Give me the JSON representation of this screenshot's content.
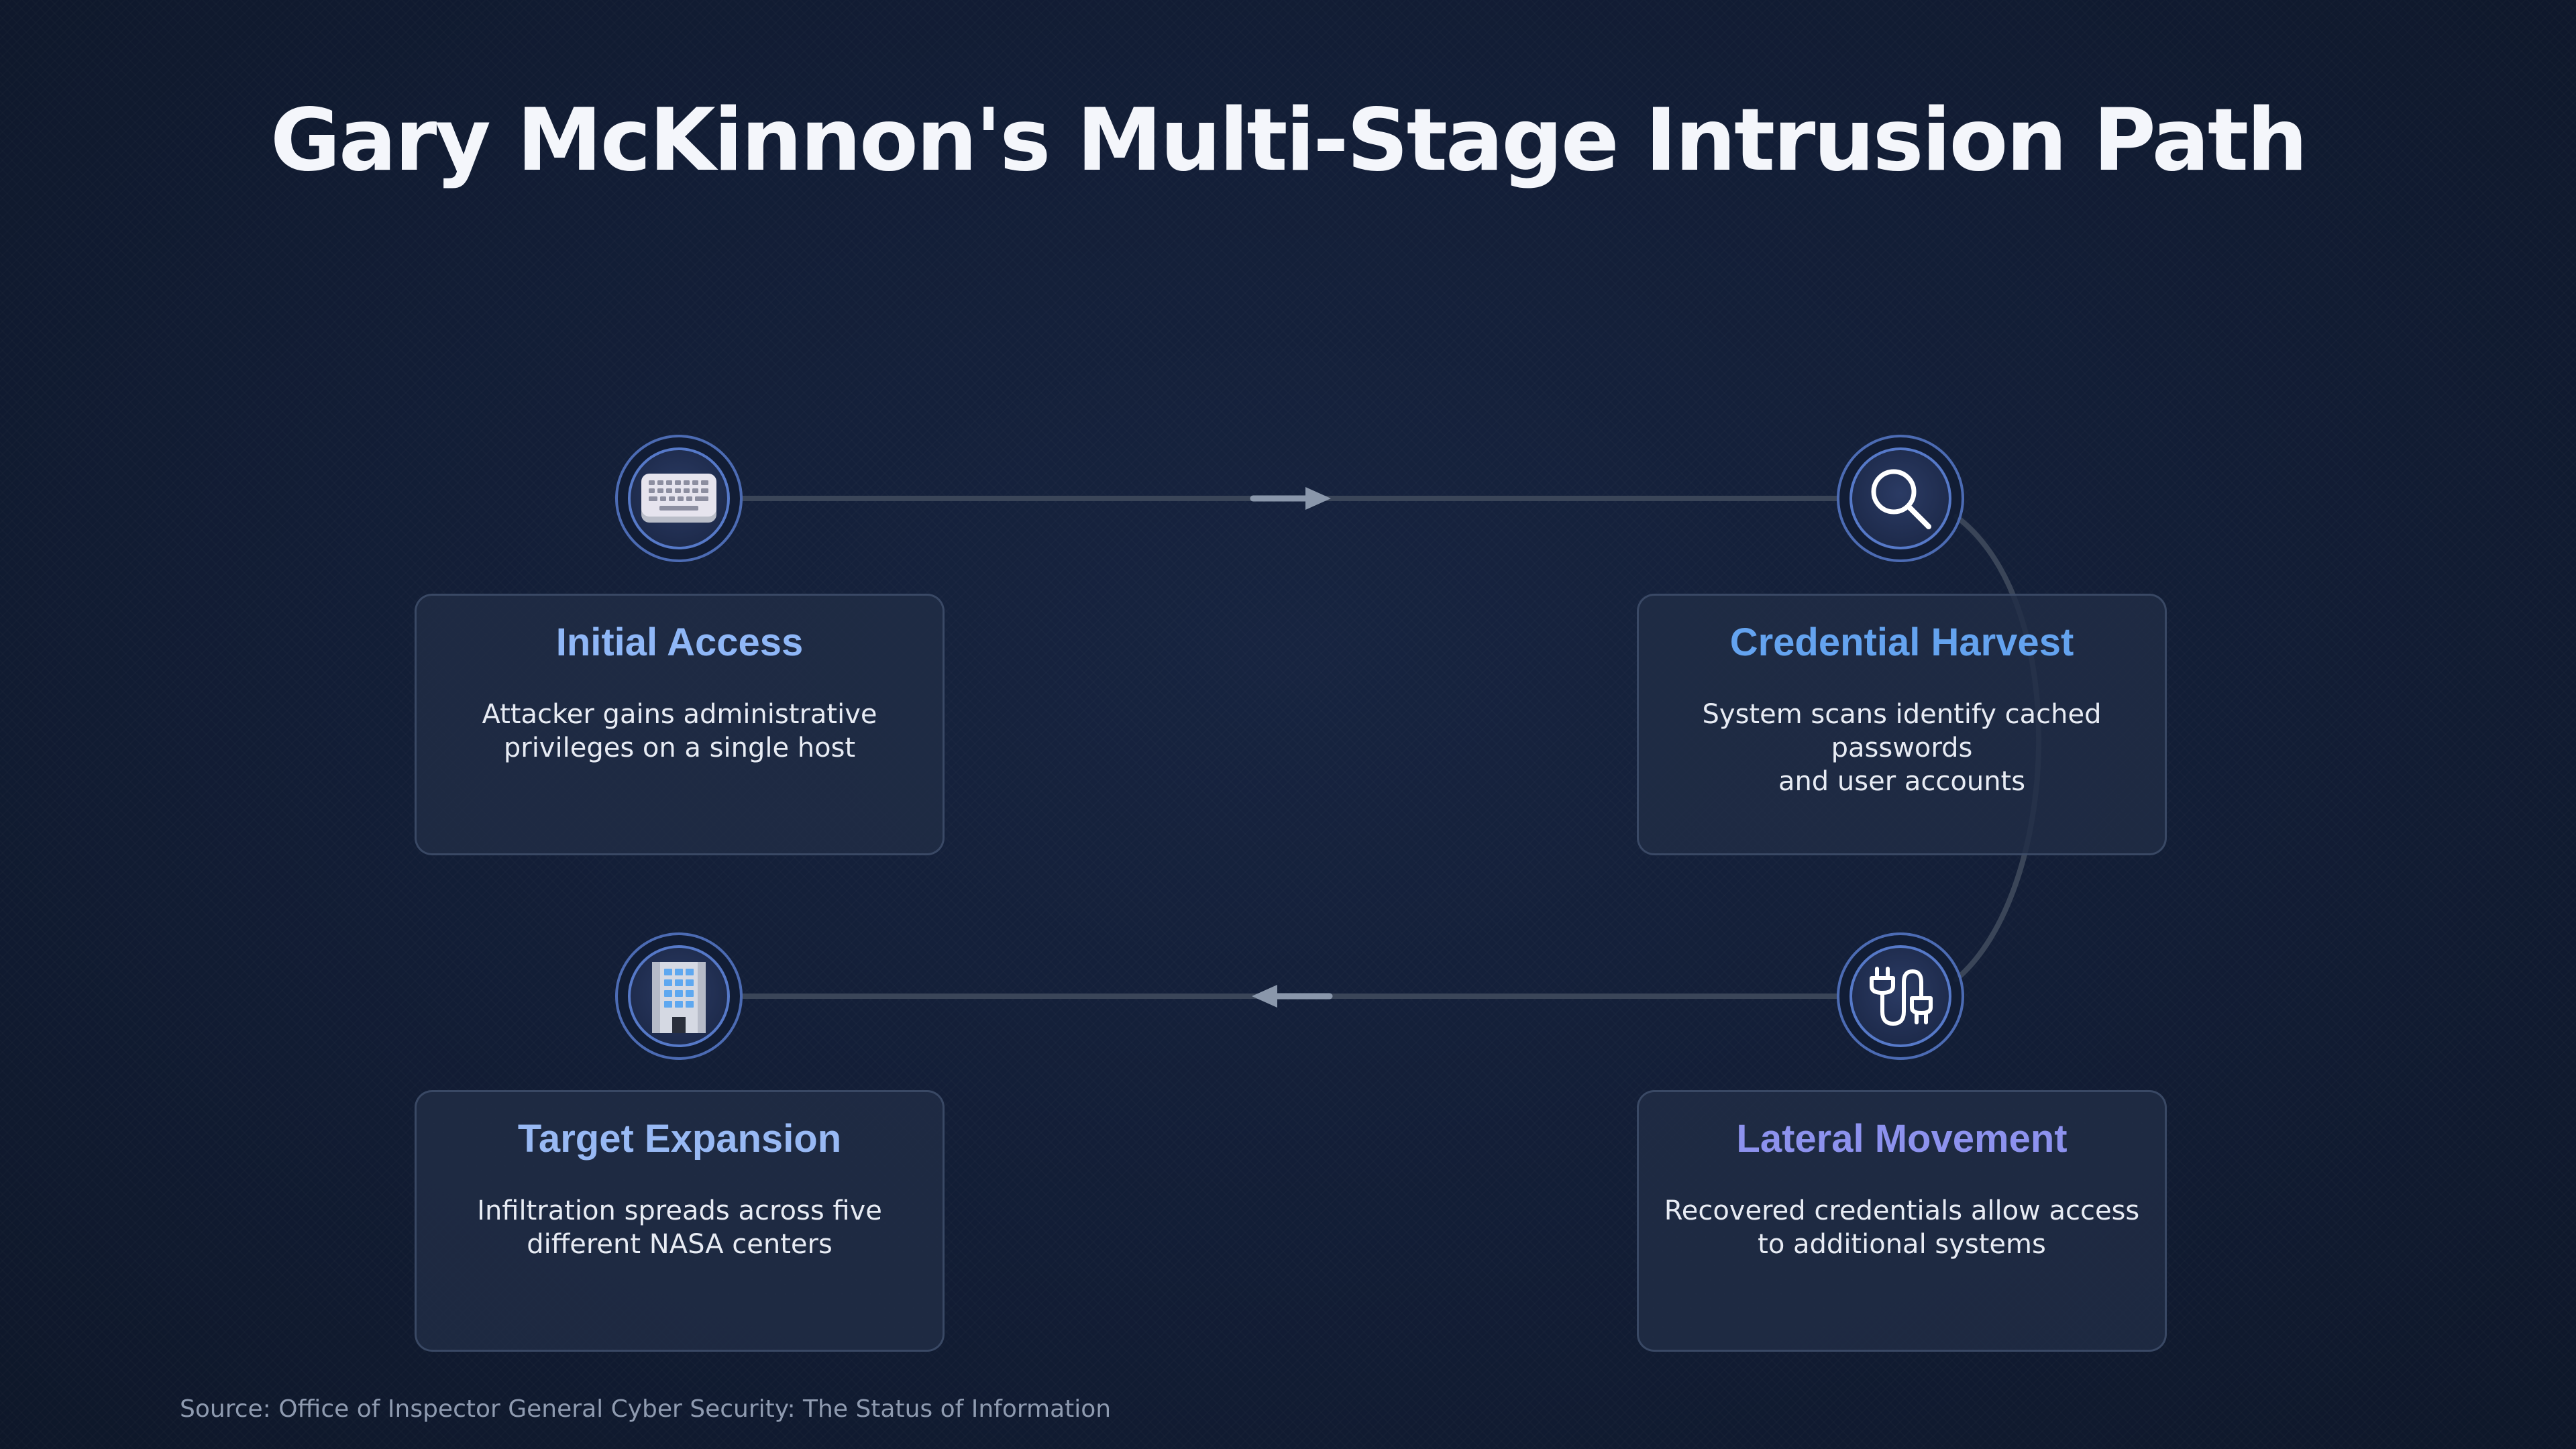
{
  "title": "Gary McKinnon's Multi-Stage Intrusion Path",
  "stages": [
    {
      "title": "Initial Access",
      "description_lines": [
        "Attacker gains administrative",
        "privileges on a single host"
      ],
      "icon": "keyboard-icon",
      "title_color": "#8fb7f7"
    },
    {
      "title": "Credential Harvest",
      "description_lines": [
        "System scans identify cached passwords",
        "and user accounts"
      ],
      "icon": "magnifying-glass-icon",
      "title_color": "#64a3ef"
    },
    {
      "title": "Lateral Movement",
      "description_lines": [
        "Recovered credentials allow access",
        "to additional systems"
      ],
      "icon": "electric-plug-icon",
      "title_color": "#8d92ee"
    },
    {
      "title": "Target Expansion",
      "description_lines": [
        "Infiltration spreads across five",
        "different NASA centers"
      ],
      "icon": "office-building-icon",
      "title_color": "#98b9f4"
    }
  ],
  "source": "Source: Office of Inspector General Cyber Security: The Status of Information",
  "colors": {
    "background": "#121d35",
    "card": "#212d46",
    "ring": "#6087de",
    "connector": "#3a4558",
    "arrow": "#8a97ab"
  }
}
